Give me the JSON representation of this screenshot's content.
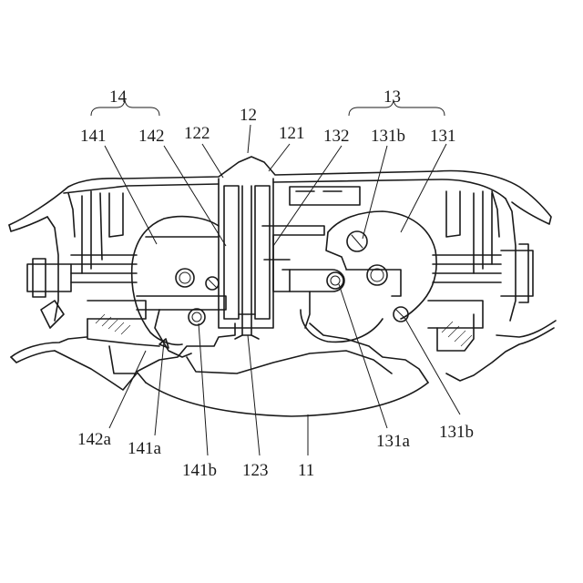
{
  "figure": {
    "labels": {
      "l14": "14",
      "l13": "13",
      "l12": "12",
      "l141": "141",
      "l142": "142",
      "l122": "122",
      "l121": "121",
      "l132": "132",
      "l131b_top": "131b",
      "l131": "131",
      "l142a": "142a",
      "l141a": "141a",
      "l141b": "141b",
      "l123": "123",
      "l11": "11",
      "l131a": "131a",
      "l131b_bottom": "131b"
    }
  }
}
